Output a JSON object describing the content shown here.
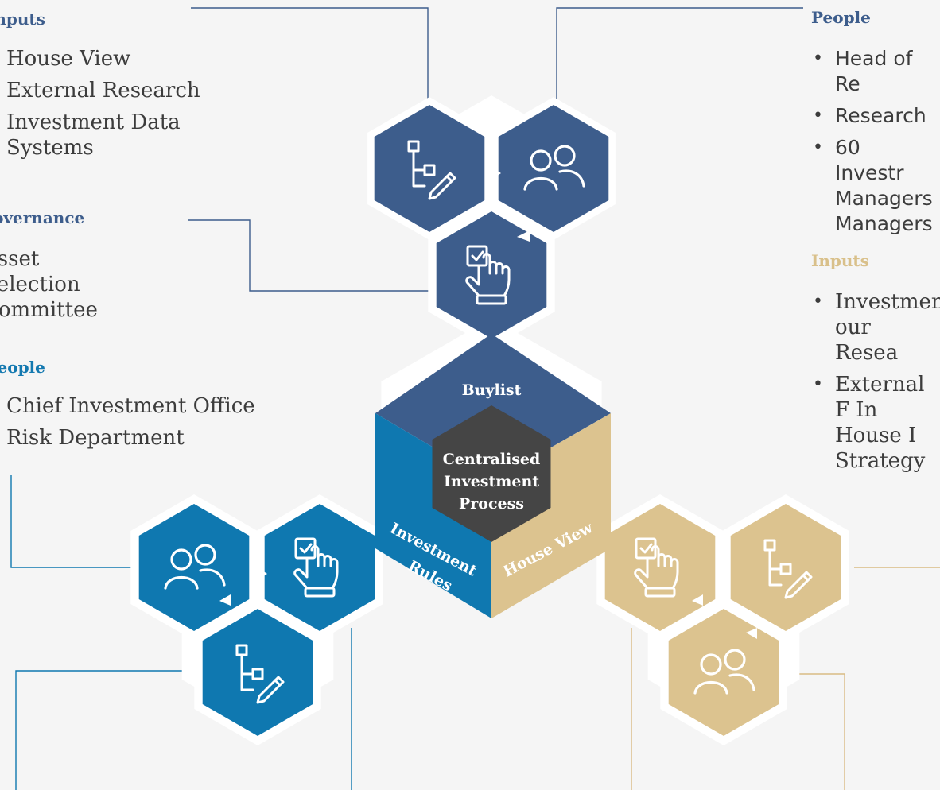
{
  "top_left_inputs": {
    "heading": "Inputs",
    "items": [
      "House View",
      "External Research",
      "Investment Data Systems"
    ]
  },
  "governance": {
    "heading": "Governance",
    "items": [
      "Asset Selection Committee"
    ]
  },
  "left_people": {
    "heading": "People",
    "items": [
      "Chief Investment Office",
      "Risk Department"
    ]
  },
  "right_people": {
    "heading": "People",
    "items": [
      "Head of Re",
      "Research",
      "60 Investr Managers Managers"
    ]
  },
  "right_inputs": {
    "heading": "Inputs",
    "items": [
      "Investmen our Resea",
      "External F In House I Strategy"
    ]
  },
  "center": {
    "top_label": "Buylist",
    "core_line1": "Centralised",
    "core_line2": "Investment",
    "core_line3": "Process",
    "left_label_1": "Investment",
    "left_label_2": "Rules",
    "right_label": "House View"
  },
  "colors": {
    "navy": "#3d5d8c",
    "teal": "#0f78b0",
    "gold": "#dcc38f",
    "core": "#454545",
    "halo": "#ffffff",
    "background": "#f5f5f5",
    "line_gold": "#d9bb84"
  },
  "icons": {
    "flow_edit": "flowchart-edit-icon",
    "people": "people-icon",
    "checklist_hand": "checklist-hand-icon"
  }
}
